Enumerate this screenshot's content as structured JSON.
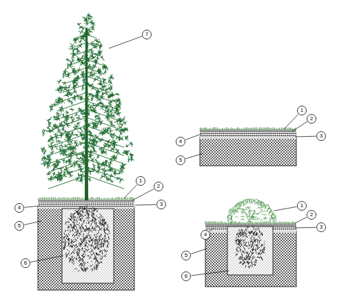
{
  "diagram": {
    "labels": [
      "7",
      "1",
      "2",
      "3",
      "4",
      "5",
      "6",
      "1",
      "2",
      "3",
      "4",
      "5",
      "1",
      "2",
      "3",
      "4",
      "5",
      "6"
    ]
  }
}
